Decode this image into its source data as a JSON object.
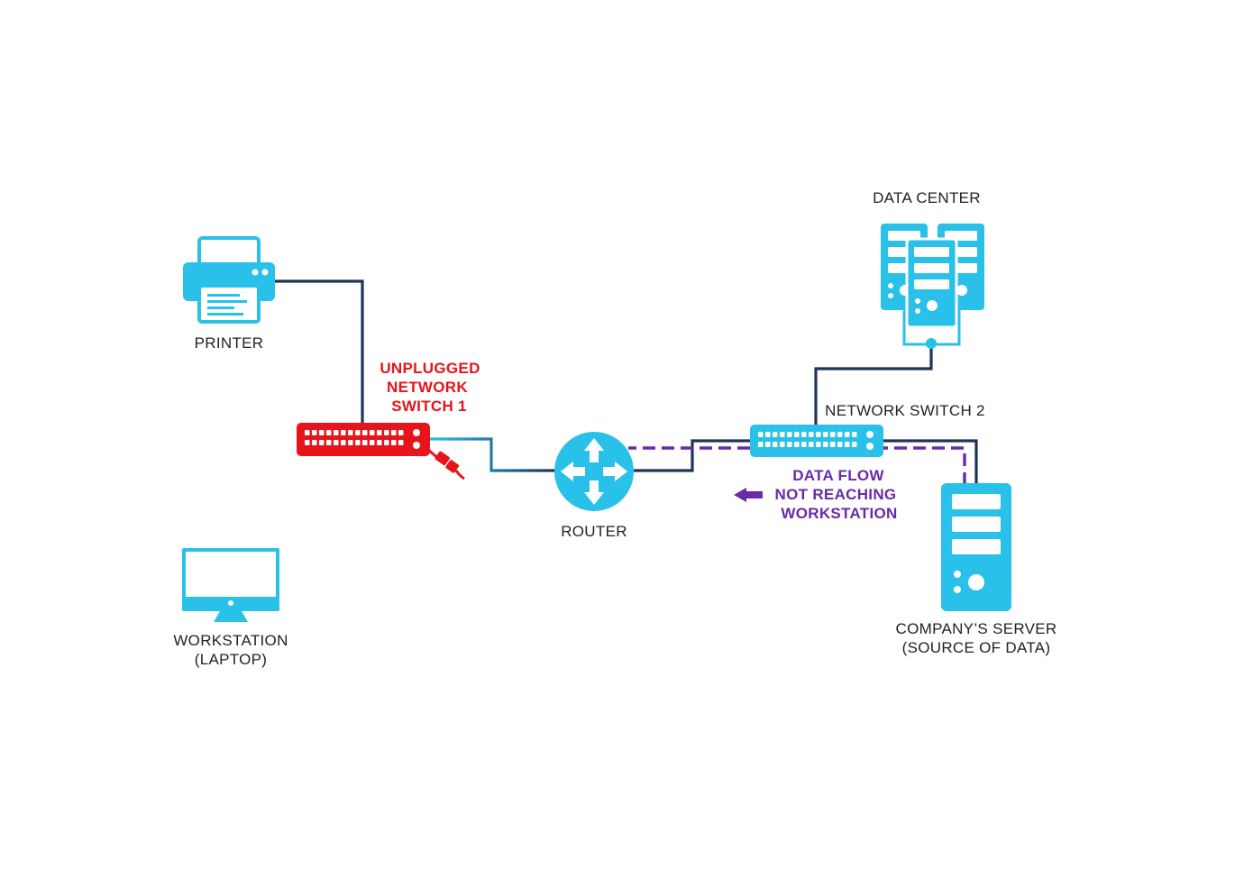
{
  "nodes": {
    "printer": {
      "label": "PRINTER"
    },
    "workstation": {
      "label_line1": "WORKSTATION",
      "label_line2": "(LAPTOP)"
    },
    "switch1": {
      "label_line1": "UNPLUGGED",
      "label_line2": "NETWORK",
      "label_line3": "SWITCH 1"
    },
    "router": {
      "label": "ROUTER"
    },
    "data_center": {
      "label": "DATA CENTER"
    },
    "switch2": {
      "label": "NETWORK SWITCH 2"
    },
    "server": {
      "label_line1": "COMPANY’S SERVER",
      "label_line2": "(SOURCE OF DATA)"
    }
  },
  "annotation": {
    "line1": "DATA FLOW",
    "line2": "NOT REACHING",
    "line3": "WORKSTATION"
  },
  "colors": {
    "device_blue": "#29c1ea",
    "device_blue_dark": "#1aa8d4",
    "wire_dark": "#1d3557",
    "unplugged_red": "#e8141b",
    "flow_purple": "#6a2aa8"
  },
  "icons": {
    "printer": "printer-icon",
    "workstation": "monitor-icon",
    "switch1": "network-switch-icon",
    "router": "router-icon",
    "data_center": "server-rack-icon",
    "switch2": "network-switch-icon",
    "server": "server-tower-icon",
    "plug": "unplugged-cable-icon",
    "arrow": "arrow-left-icon"
  }
}
